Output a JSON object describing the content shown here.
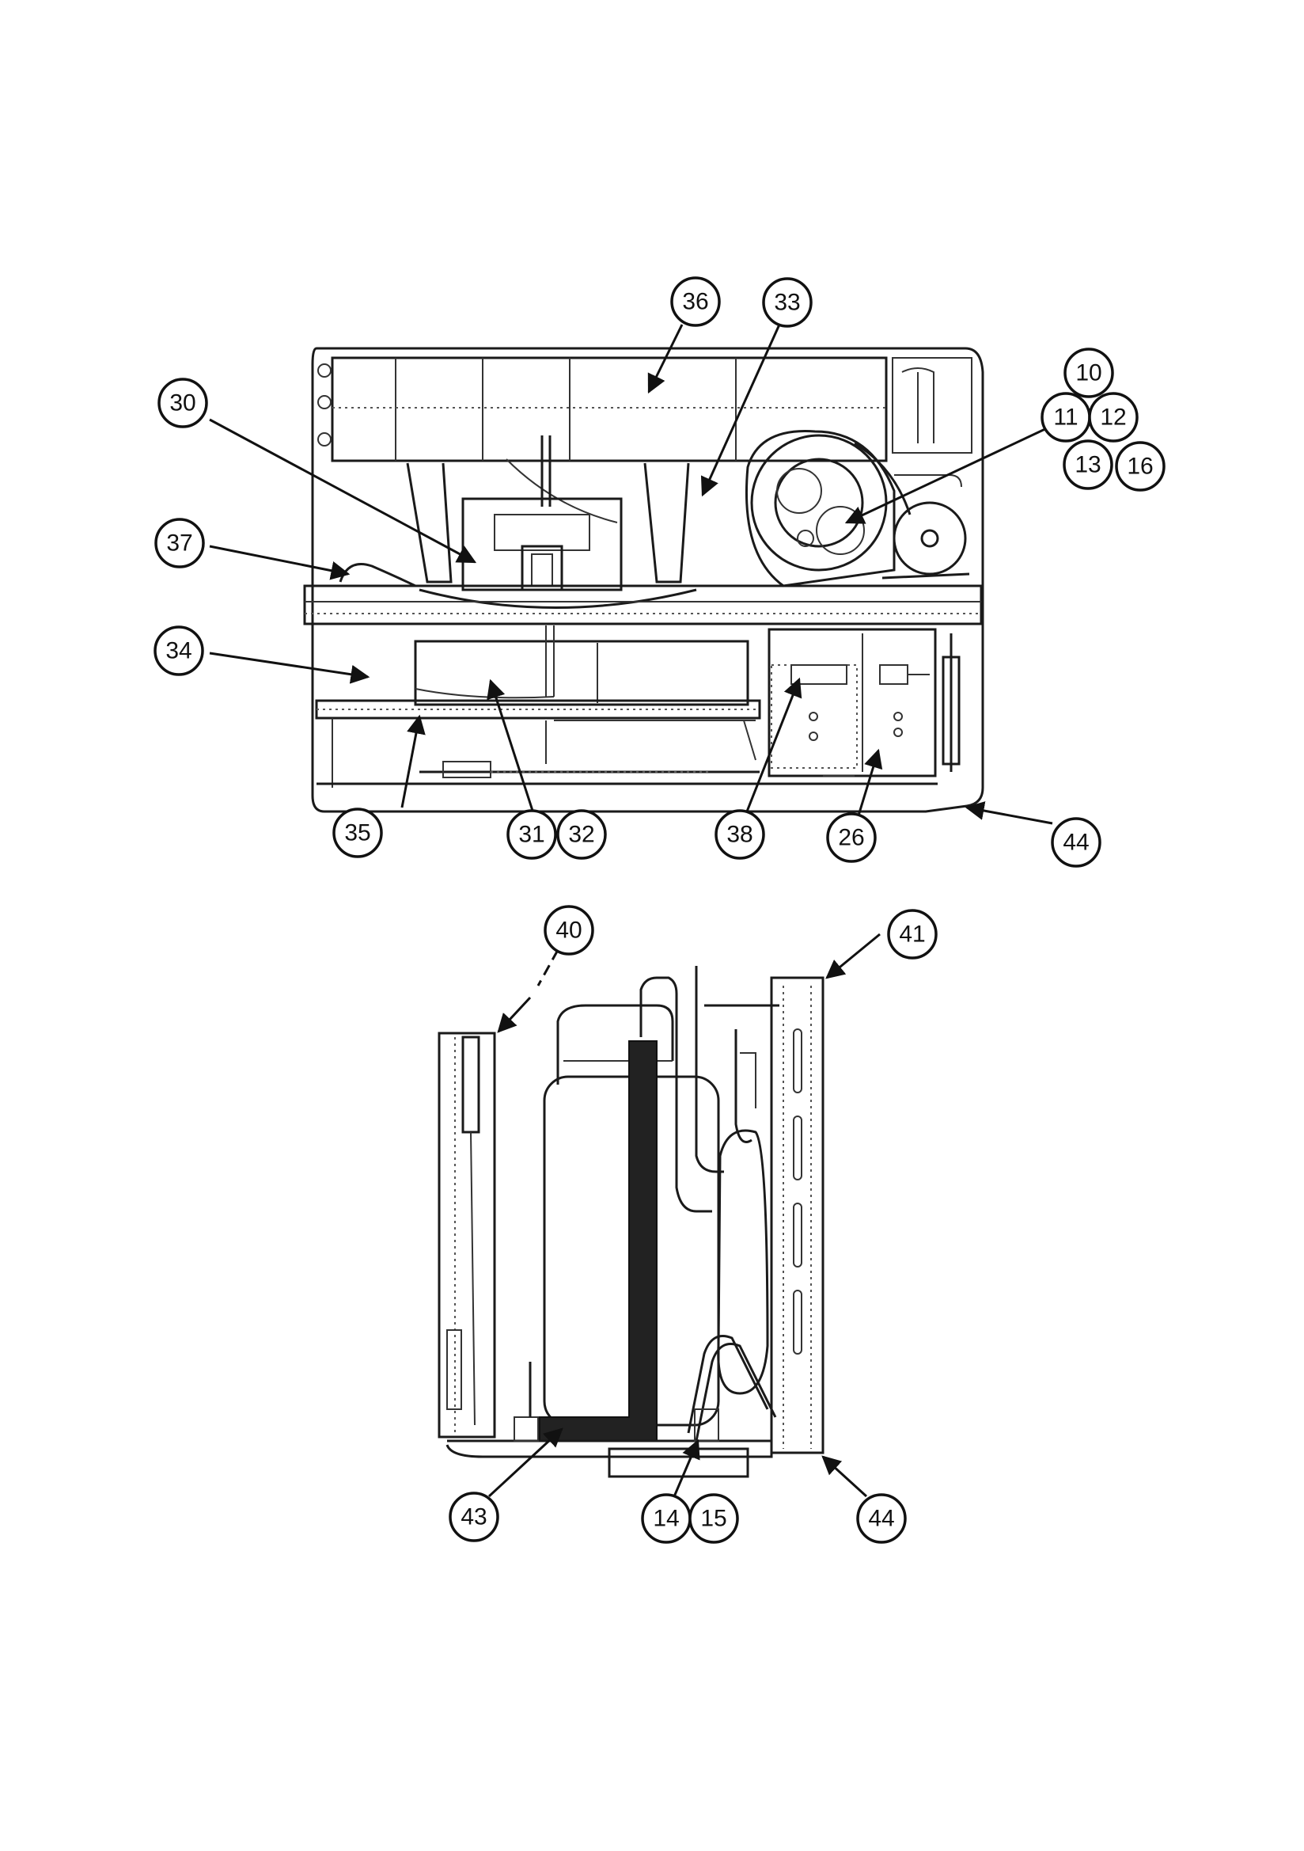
{
  "colors": {
    "ink": "#111111",
    "paper": "#ffffff",
    "shade": "#222222"
  },
  "top_view": {
    "callouts": [
      {
        "id": "c36",
        "label": "36"
      },
      {
        "id": "c33",
        "label": "33"
      },
      {
        "id": "c10",
        "label": "10"
      },
      {
        "id": "c11",
        "label": "11"
      },
      {
        "id": "c12",
        "label": "12"
      },
      {
        "id": "c13",
        "label": "13"
      },
      {
        "id": "c16",
        "label": "16"
      },
      {
        "id": "c30",
        "label": "30"
      },
      {
        "id": "c37",
        "label": "37"
      },
      {
        "id": "c34",
        "label": "34"
      },
      {
        "id": "c35",
        "label": "35"
      },
      {
        "id": "c31",
        "label": "31"
      },
      {
        "id": "c32",
        "label": "32"
      },
      {
        "id": "c38",
        "label": "38"
      },
      {
        "id": "c26",
        "label": "26"
      },
      {
        "id": "c44a",
        "label": "44"
      }
    ]
  },
  "side_view": {
    "callouts": [
      {
        "id": "c40",
        "label": "40"
      },
      {
        "id": "c41",
        "label": "41"
      },
      {
        "id": "c43",
        "label": "43"
      },
      {
        "id": "c14",
        "label": "14"
      },
      {
        "id": "c15",
        "label": "15"
      },
      {
        "id": "c44b",
        "label": "44"
      }
    ]
  }
}
